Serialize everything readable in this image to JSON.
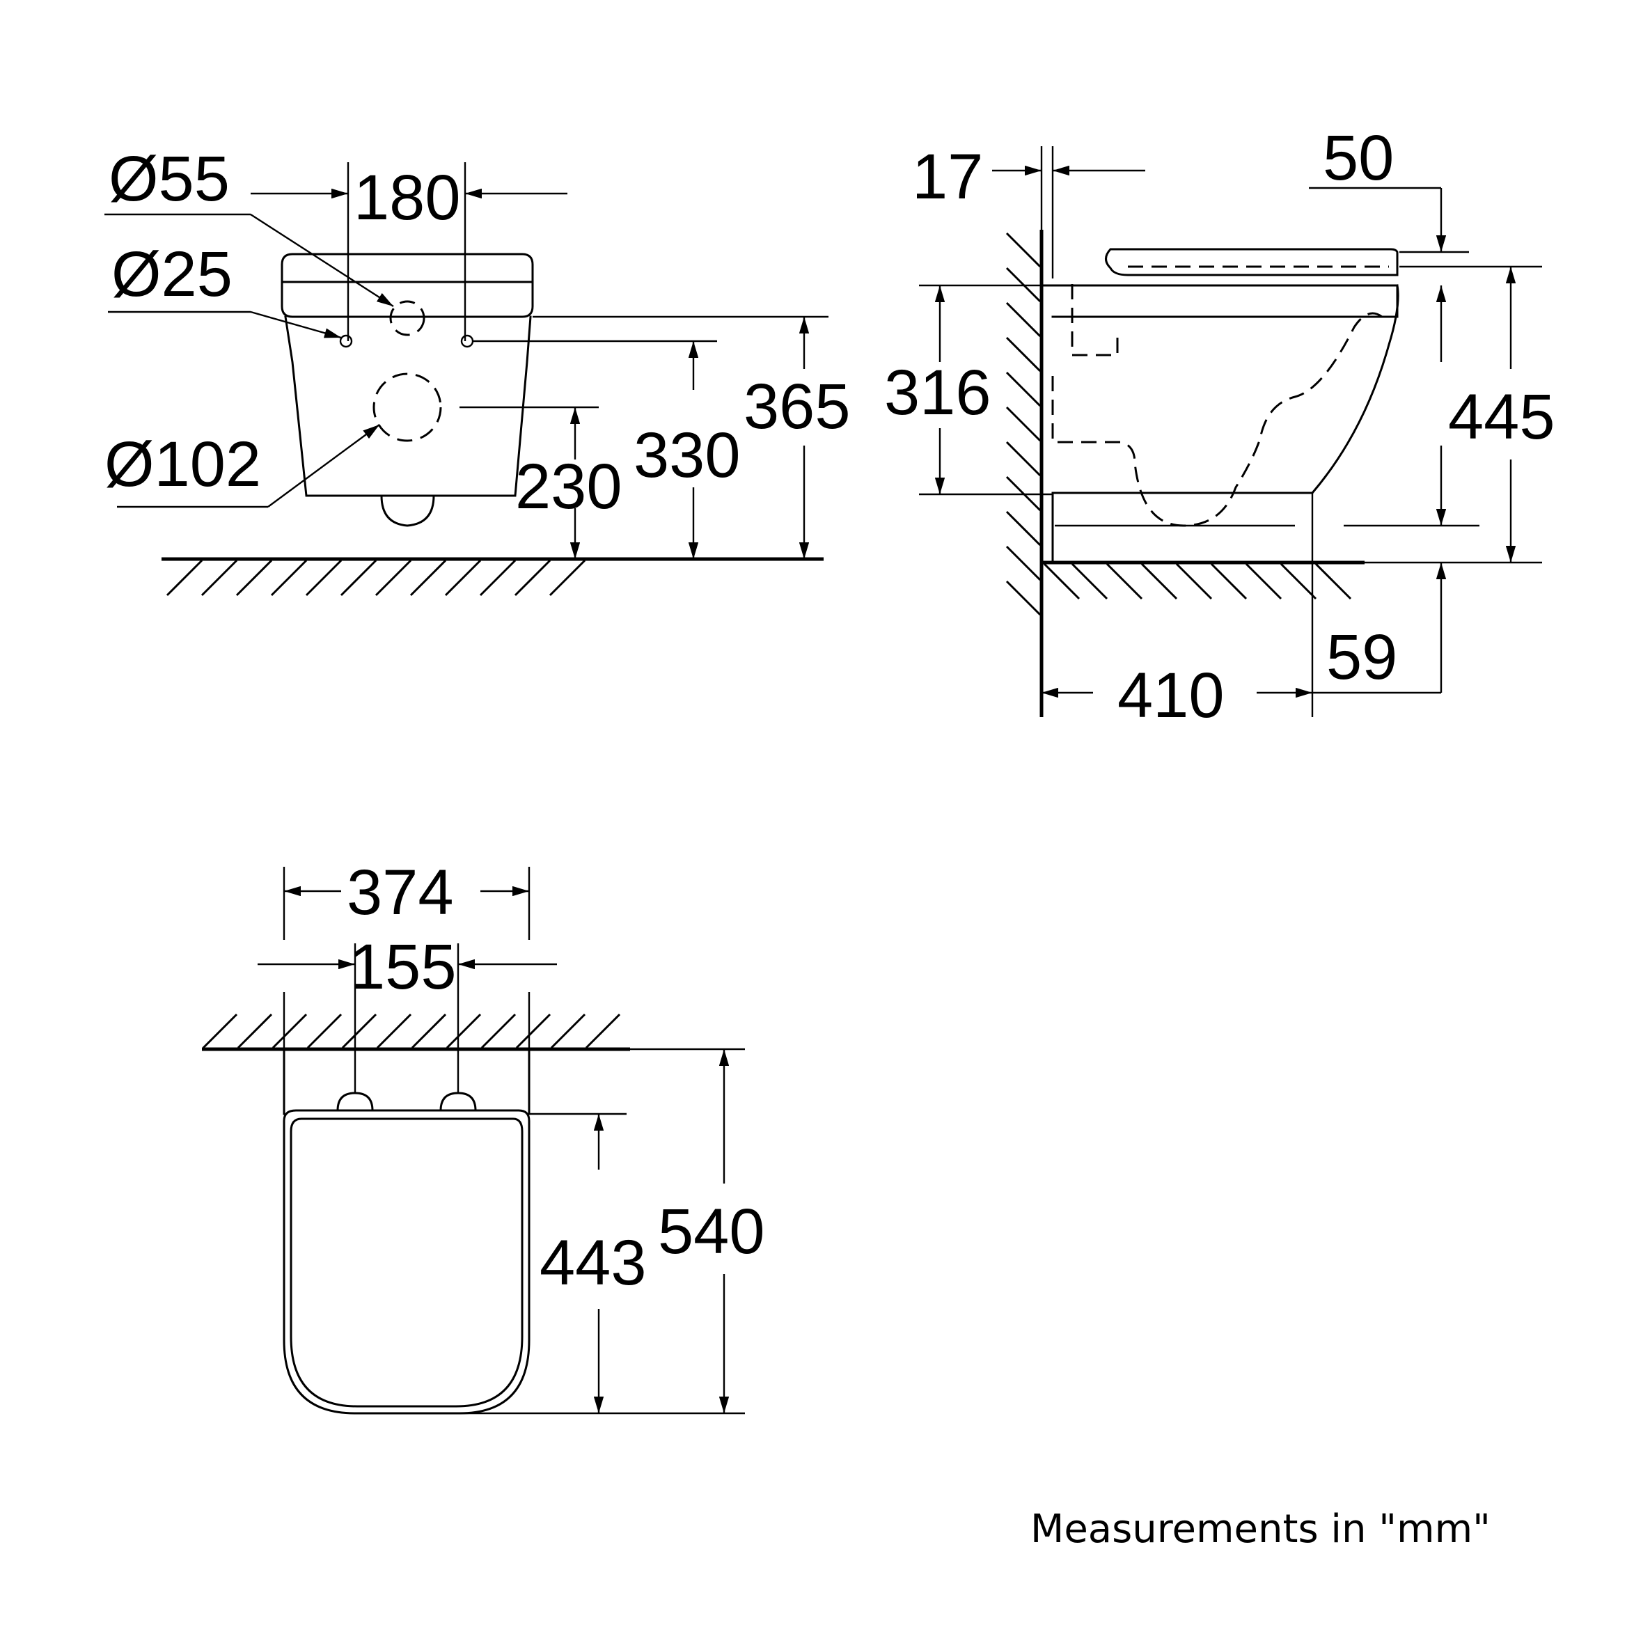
{
  "front_view": {
    "dim_drain_diameter": "Ø55",
    "dim_bolt_spacing": "180",
    "dim_bolt_diameter": "Ø25",
    "dim_outlet_diameter": "Ø102",
    "dim_outlet_height": "230",
    "dim_bolt_height": "330",
    "dim_top_height": "365"
  },
  "side_view": {
    "dim_wall_offset": "17",
    "dim_seat_thickness": "50",
    "dim_bowl_height": "316",
    "dim_rim_height": "445",
    "dim_depth": "410",
    "dim_overhang": "59"
  },
  "top_view": {
    "dim_width": "374",
    "dim_hinge_spacing": "155",
    "dim_seat_length": "443",
    "dim_total_length": "540"
  },
  "footer": {
    "units_note": "Measurements in \"mm\""
  }
}
